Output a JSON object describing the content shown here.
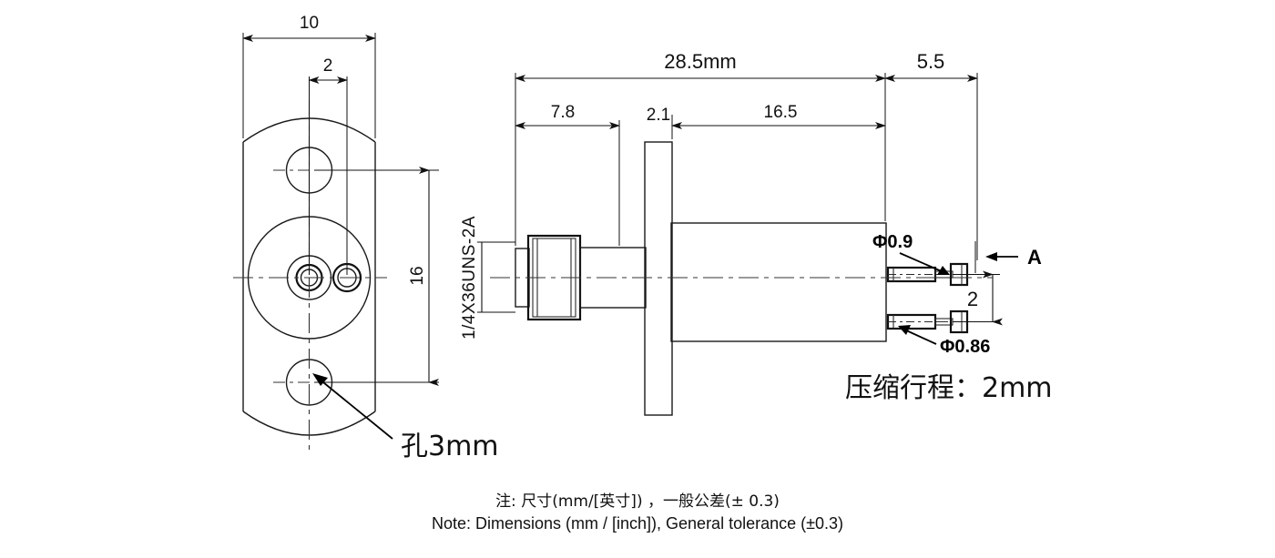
{
  "drawing": {
    "title": "RF coaxial connector with spring-loaded pins - dimensional drawing",
    "units": "mm",
    "line_color": "#111111",
    "background": "#ffffff"
  },
  "front_view": {
    "name": "front-view",
    "dimensions": {
      "width_overall": "10",
      "pin_offset": "2",
      "height_overall": "16"
    },
    "callouts": {
      "hole_label": "孔3mm"
    }
  },
  "side_view": {
    "name": "side-view",
    "dimensions": {
      "body_length": "28.5mm",
      "pin_length": "5.5",
      "thread_length": "7.8",
      "flange_thickness": "2.1",
      "barrel_length": "16.5",
      "pin_spacing": "2"
    },
    "callouts": {
      "thread_spec": "1/4X36UNS-2A",
      "pin_dia_top": "Φ0.9",
      "pin_dia_bottom": "Φ0.86",
      "section_mark": "A",
      "stroke_note": "压缩行程：2mm"
    }
  },
  "notes": {
    "line_cn": "注: 尺寸(mm/[英寸]) ，一般公差(± 0.3)",
    "line_en": "Note: Dimensions (mm / [inch]), General tolerance (±0.3)"
  }
}
